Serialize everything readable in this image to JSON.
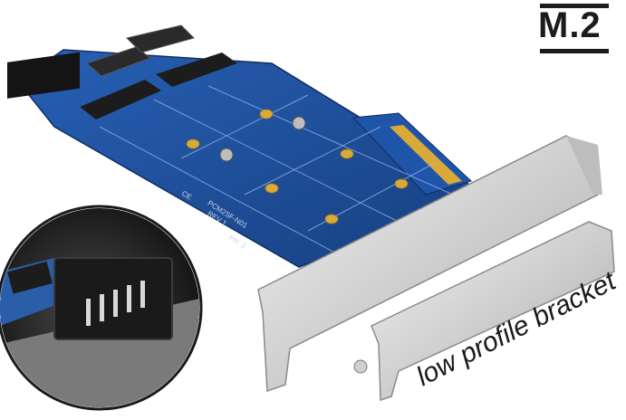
{
  "badge": {
    "text": "M.2"
  },
  "caption": {
    "text": "low profile bracket"
  },
  "pcb": {
    "model_text": "PCM2SF-N01",
    "rev_text": "REV 1",
    "pn_text": "PN: 3",
    "ce_mark": "CE",
    "color": "#1f4f9a"
  },
  "colors": {
    "bracket": "#d4d4d4",
    "pcb": "#1f4f9a",
    "gold": "#d9a93a",
    "connector": "#1c1c1c"
  }
}
